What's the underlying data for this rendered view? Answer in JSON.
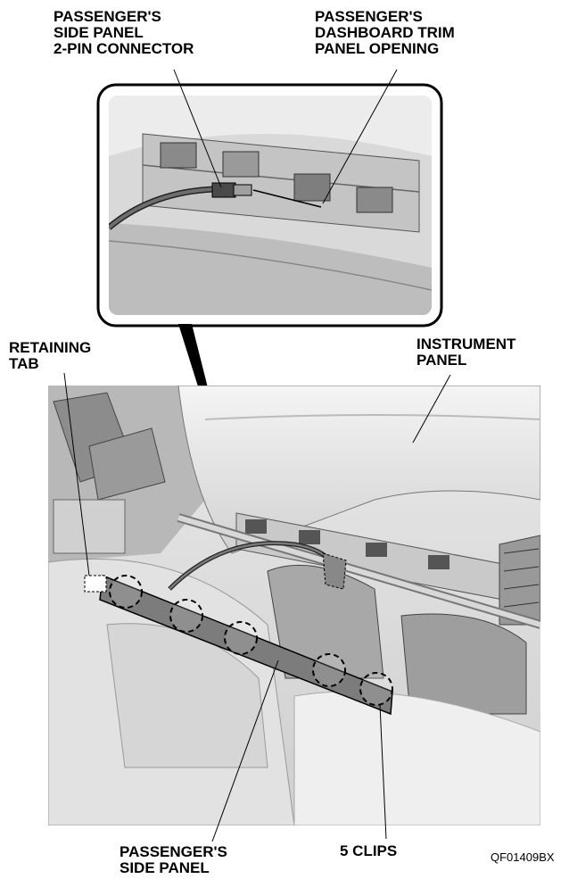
{
  "callouts": {
    "connector": [
      "PASSENGER'S",
      "SIDE PANEL",
      "2-PIN CONNECTOR"
    ],
    "trim_opening": [
      "PASSENGER'S",
      "DASHBOARD TRIM",
      "PANEL OPENING"
    ],
    "retaining_tab": [
      "RETAINING",
      "TAB"
    ],
    "instrument_panel": [
      "INSTRUMENT",
      "PANEL"
    ],
    "side_panel": [
      "PASSENGER'S",
      "SIDE PANEL"
    ],
    "clips": "5 CLIPS"
  },
  "figure_code": "QF01409BX",
  "colors": {
    "line": "#000000",
    "panel_fill": "#7c7c7c",
    "body_light": "#e6e6e6",
    "body_mid": "#c8c8c8",
    "body_dark": "#8e8e8e"
  }
}
